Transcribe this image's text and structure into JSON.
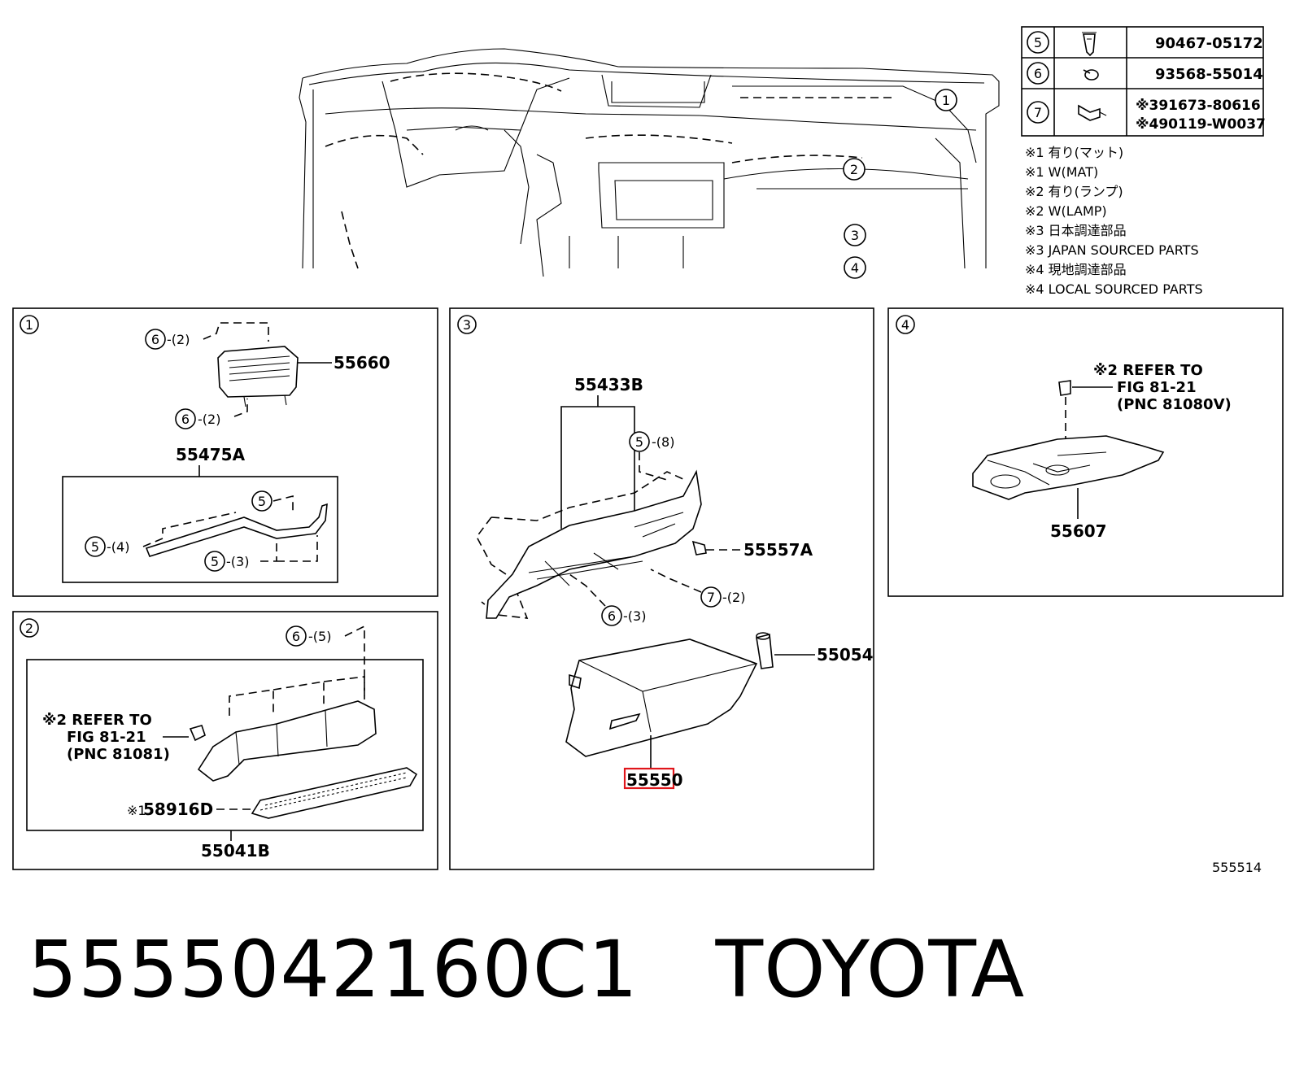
{
  "legend_table": {
    "rows": [
      {
        "ref": "5",
        "part": "90467-05172"
      },
      {
        "ref": "6",
        "part": "93568-55014"
      },
      {
        "ref": "7",
        "part": "※391673-80616",
        "part2": "※490119-W0037"
      }
    ]
  },
  "notes": [
    "※1 有り(マット)",
    "※1 W(MAT)",
    "※2 有り(ランプ)",
    "※2 W(LAMP)",
    "※3 日本調達部品",
    "※3 JAPAN SOURCED PARTS",
    "※4 現地調達部品",
    "※4 LOCAL SOURCED PARTS"
  ],
  "overview_callouts": [
    "1",
    "2",
    "3",
    "4"
  ],
  "panel1": {
    "id": "1",
    "part_top": "55660",
    "callout_a": "6",
    "callout_a_qty": "-(2)",
    "callout_b": "6",
    "callout_b_qty": "-(2)",
    "part_group": "55475A",
    "c1": "5",
    "c1_qty": "",
    "c2": "5",
    "c2_qty": "-(4)",
    "c3": "5",
    "c3_qty": "-(3)"
  },
  "panel2": {
    "id": "2",
    "callout": "6",
    "callout_qty": "-(5)",
    "ref_line1": "※2 REFER TO",
    "ref_line2": "FIG 81-21",
    "ref_line3": "(PNC 81081)",
    "mat_prefix": "※1",
    "mat_part": "58916D",
    "group_part": "55041B"
  },
  "panel3": {
    "id": "3",
    "group_part": "55433B",
    "c5": "5",
    "c5_qty": "-(8)",
    "part_a": "55557A",
    "c7": "7",
    "c7_qty": "-(2)",
    "c6": "6",
    "c6_qty": "-(3)",
    "part_damper": "55054",
    "part_box": "55550"
  },
  "panel4": {
    "id": "4",
    "ref_line1": "※2 REFER TO",
    "ref_line2": "FIG 81-21",
    "ref_line3": "(PNC 81080V)",
    "part": "55607"
  },
  "figure_number": "555514",
  "bottom_title": "5555042160C1   TOYOTA",
  "colors": {
    "highlight": "#e0161b",
    "ink": "#000000"
  }
}
